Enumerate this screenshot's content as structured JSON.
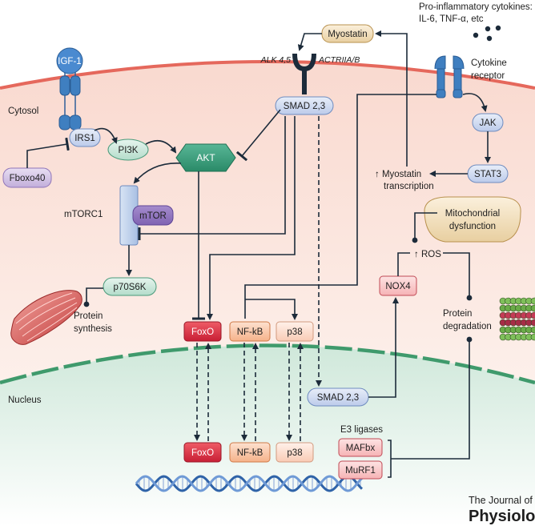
{
  "regions": {
    "cytosol": "Cytosol",
    "nucleus": "Nucleus"
  },
  "receptors": {
    "igf1": "IGF-1",
    "alk": "ALK 4,5",
    "actriia": "ACTRIIA/B",
    "cytokine_receptor": [
      "Cytokine",
      "receptor"
    ]
  },
  "cytokines_label": [
    "Pro-inflammatory cytokines:",
    "IL-6, TNF-α, etc"
  ],
  "nodes": {
    "myostatin": "Myostatin",
    "smad_cyto": "SMAD 2,3",
    "irs1": "IRS1",
    "pi3k": "PI3K",
    "akt": "AKT",
    "fboxo40": "Fboxo40",
    "mtorc1": "mTORC1",
    "mtor": "mTOR",
    "p70s6k": "p70S6K",
    "jak": "JAK",
    "stat3": "STAT3",
    "myostatin_transcription": [
      "↑ Myostatin",
      "transcription"
    ],
    "mito": [
      "Mitochondrial",
      "dysfunction"
    ],
    "ros": "↑ ROS",
    "nox4": "NOX4",
    "protein_synthesis": [
      "Protein",
      "synthesis"
    ],
    "protein_degradation": [
      "Protein",
      "degradation"
    ],
    "foxo_cyto": "FoxO",
    "nfkb_cyto": "NF-kB",
    "p38_cyto": "p38",
    "smad_nuc": "SMAD 2,3",
    "foxo_nuc": "FoxO",
    "nfkb_nuc": "NF-kB",
    "p38_nuc": "p38",
    "e3_ligases": "E3 ligases",
    "mafbx": "MAFbx",
    "murf1": "MuRF1"
  },
  "journal_logo": [
    "The Journal of",
    "Physiology"
  ],
  "colors": {
    "cytosol_bg": "#fbe4dc",
    "membrane": "#e5685c",
    "nucleus_bg": "#dcefe4",
    "nuclear_envelope": "#3f9a6c",
    "receptor_blue": "#3f7fc0",
    "akt_green": "#2e9a76",
    "foxo_red": "#d9253a"
  }
}
